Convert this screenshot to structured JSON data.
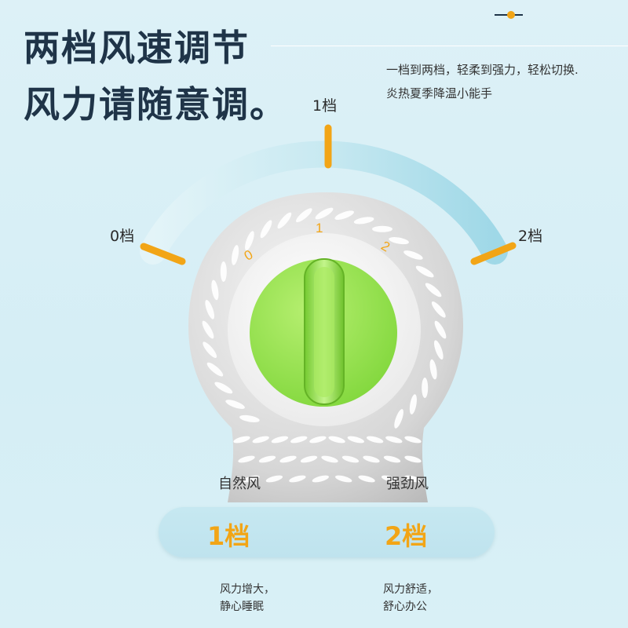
{
  "header": {
    "title_line1": "两档风速调节",
    "title_line2": "风力请随意调。",
    "subtitle_line1": "一档到两档，轻柔到强力，轻松切换.",
    "subtitle_line2": "炎热夏季降温小能手"
  },
  "dial": {
    "gear_0": "0档",
    "gear_1": "1档",
    "gear_2": "2档",
    "knob_mark_0": "0",
    "knob_mark_1": "1",
    "knob_mark_2": "2"
  },
  "modes": {
    "natural_label": "自然风",
    "strong_label": "强劲风",
    "from_gear": "1档",
    "to_gear": "2档",
    "natural_desc_line1": "风力增大，",
    "natural_desc_line2": "静心睡眠",
    "strong_desc_line1": "风力舒适，",
    "strong_desc_line2": "舒心办公"
  },
  "colors": {
    "accent": "#f2a516",
    "heading": "#1f3448",
    "knob_green": "#9ee451",
    "arc_blue": "#a8dce9"
  }
}
